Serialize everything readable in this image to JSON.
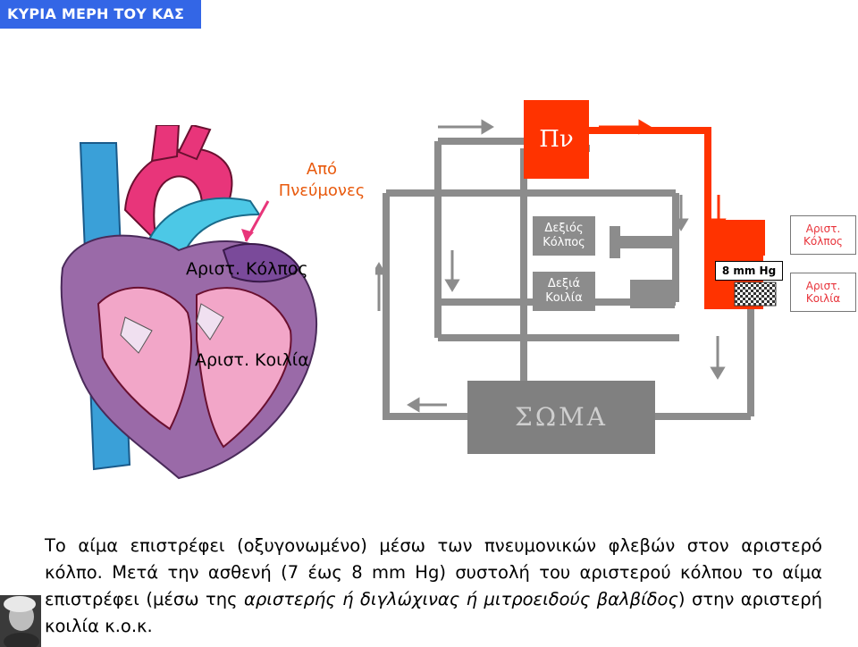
{
  "banner": {
    "title": "ΚΥΡΙΑ ΜΕΡΗ ΤΟΥ ΚΑΣ"
  },
  "heart": {
    "from_lungs": "Από Πνεύμονες",
    "left_atrium": "Αριστ. Κόλπος",
    "left_ventricle": "Αριστ. Κοιλία"
  },
  "diagram": {
    "lungs": "Πν",
    "right_atrium": "Δεξιός Κόλπος",
    "right_ventricle": "Δεξιά Κοιλία",
    "pressure": "8 mm Hg",
    "left_atrium": "Αριστ. Κόλπος",
    "left_ventricle": "Αριστ. Κοιλία",
    "body": "ΣΩΜΑ"
  },
  "text": {
    "part1": "Το αίμα επιστρέφει (οξυγονωμένο) μέσω των πνευμονικών φλεβών στον αριστερό κόλπο. Μετά την ασθενή (7 έως 8 mm Hg) συστολή του αριστερού κόλπου το αίμα επιστρέφει (μέσω της ",
    "italic": "αριστερής ή διγλώχινας ή μιτροειδούς βαλβίδος",
    "part2": ") στην αριστερή κοιλία κ.ο.κ."
  },
  "colors": {
    "banner": "#3366e6",
    "oxygenated": "#ff3300",
    "circuit": "#8c8c8c",
    "body_box": "#808080"
  }
}
